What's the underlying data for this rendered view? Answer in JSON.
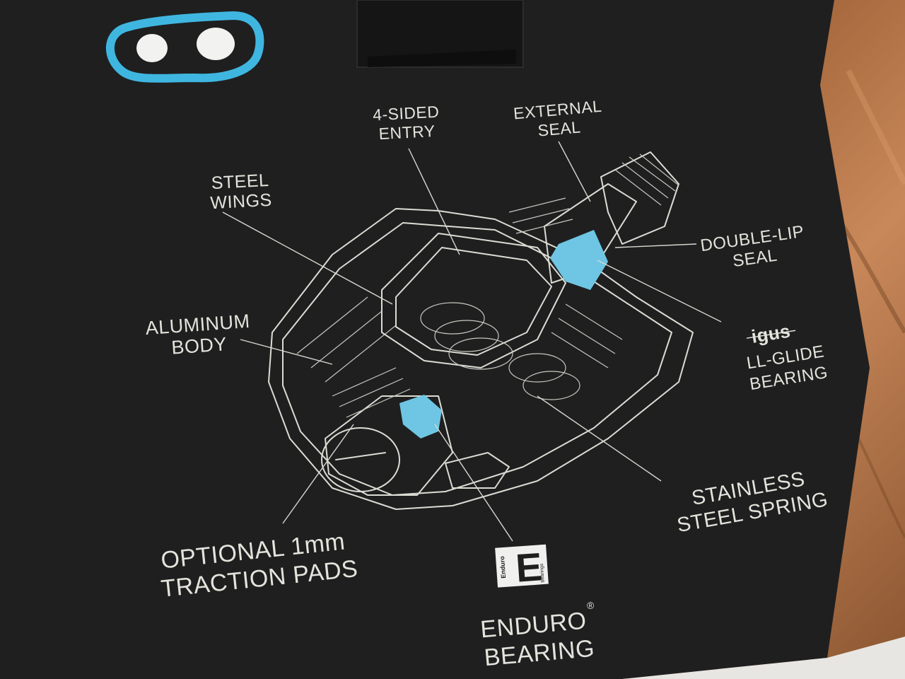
{
  "labels": {
    "four_sided": [
      "4-SIDED",
      "ENTRY"
    ],
    "external_seal": [
      "EXTERNAL",
      "SEAL"
    ],
    "steel_wings": [
      "STEEL",
      "WINGS"
    ],
    "double_lip": [
      "DOUBLE-LIP",
      "SEAL"
    ],
    "aluminum_body": [
      "ALUMINUM",
      "BODY"
    ],
    "igus_brand": "igus",
    "ll_glide": [
      "LL-GLIDE",
      "BEARING"
    ],
    "stainless_spring": [
      "STAINLESS",
      "STEEL SPRING"
    ],
    "traction_pads": [
      "OPTIONAL 1mm",
      "TRACTION PADS"
    ],
    "enduro_bearing": [
      "ENDURO",
      "BEARING"
    ],
    "registered_mark": "®"
  },
  "enduro_logo": {
    "letter": "E",
    "brand": "Enduro",
    "sub": "bearings"
  },
  "colors": {
    "box": "#1f1f20",
    "ink": "#dcdcd4",
    "accent": "#3fb6e0",
    "wood": "#a0643a"
  }
}
